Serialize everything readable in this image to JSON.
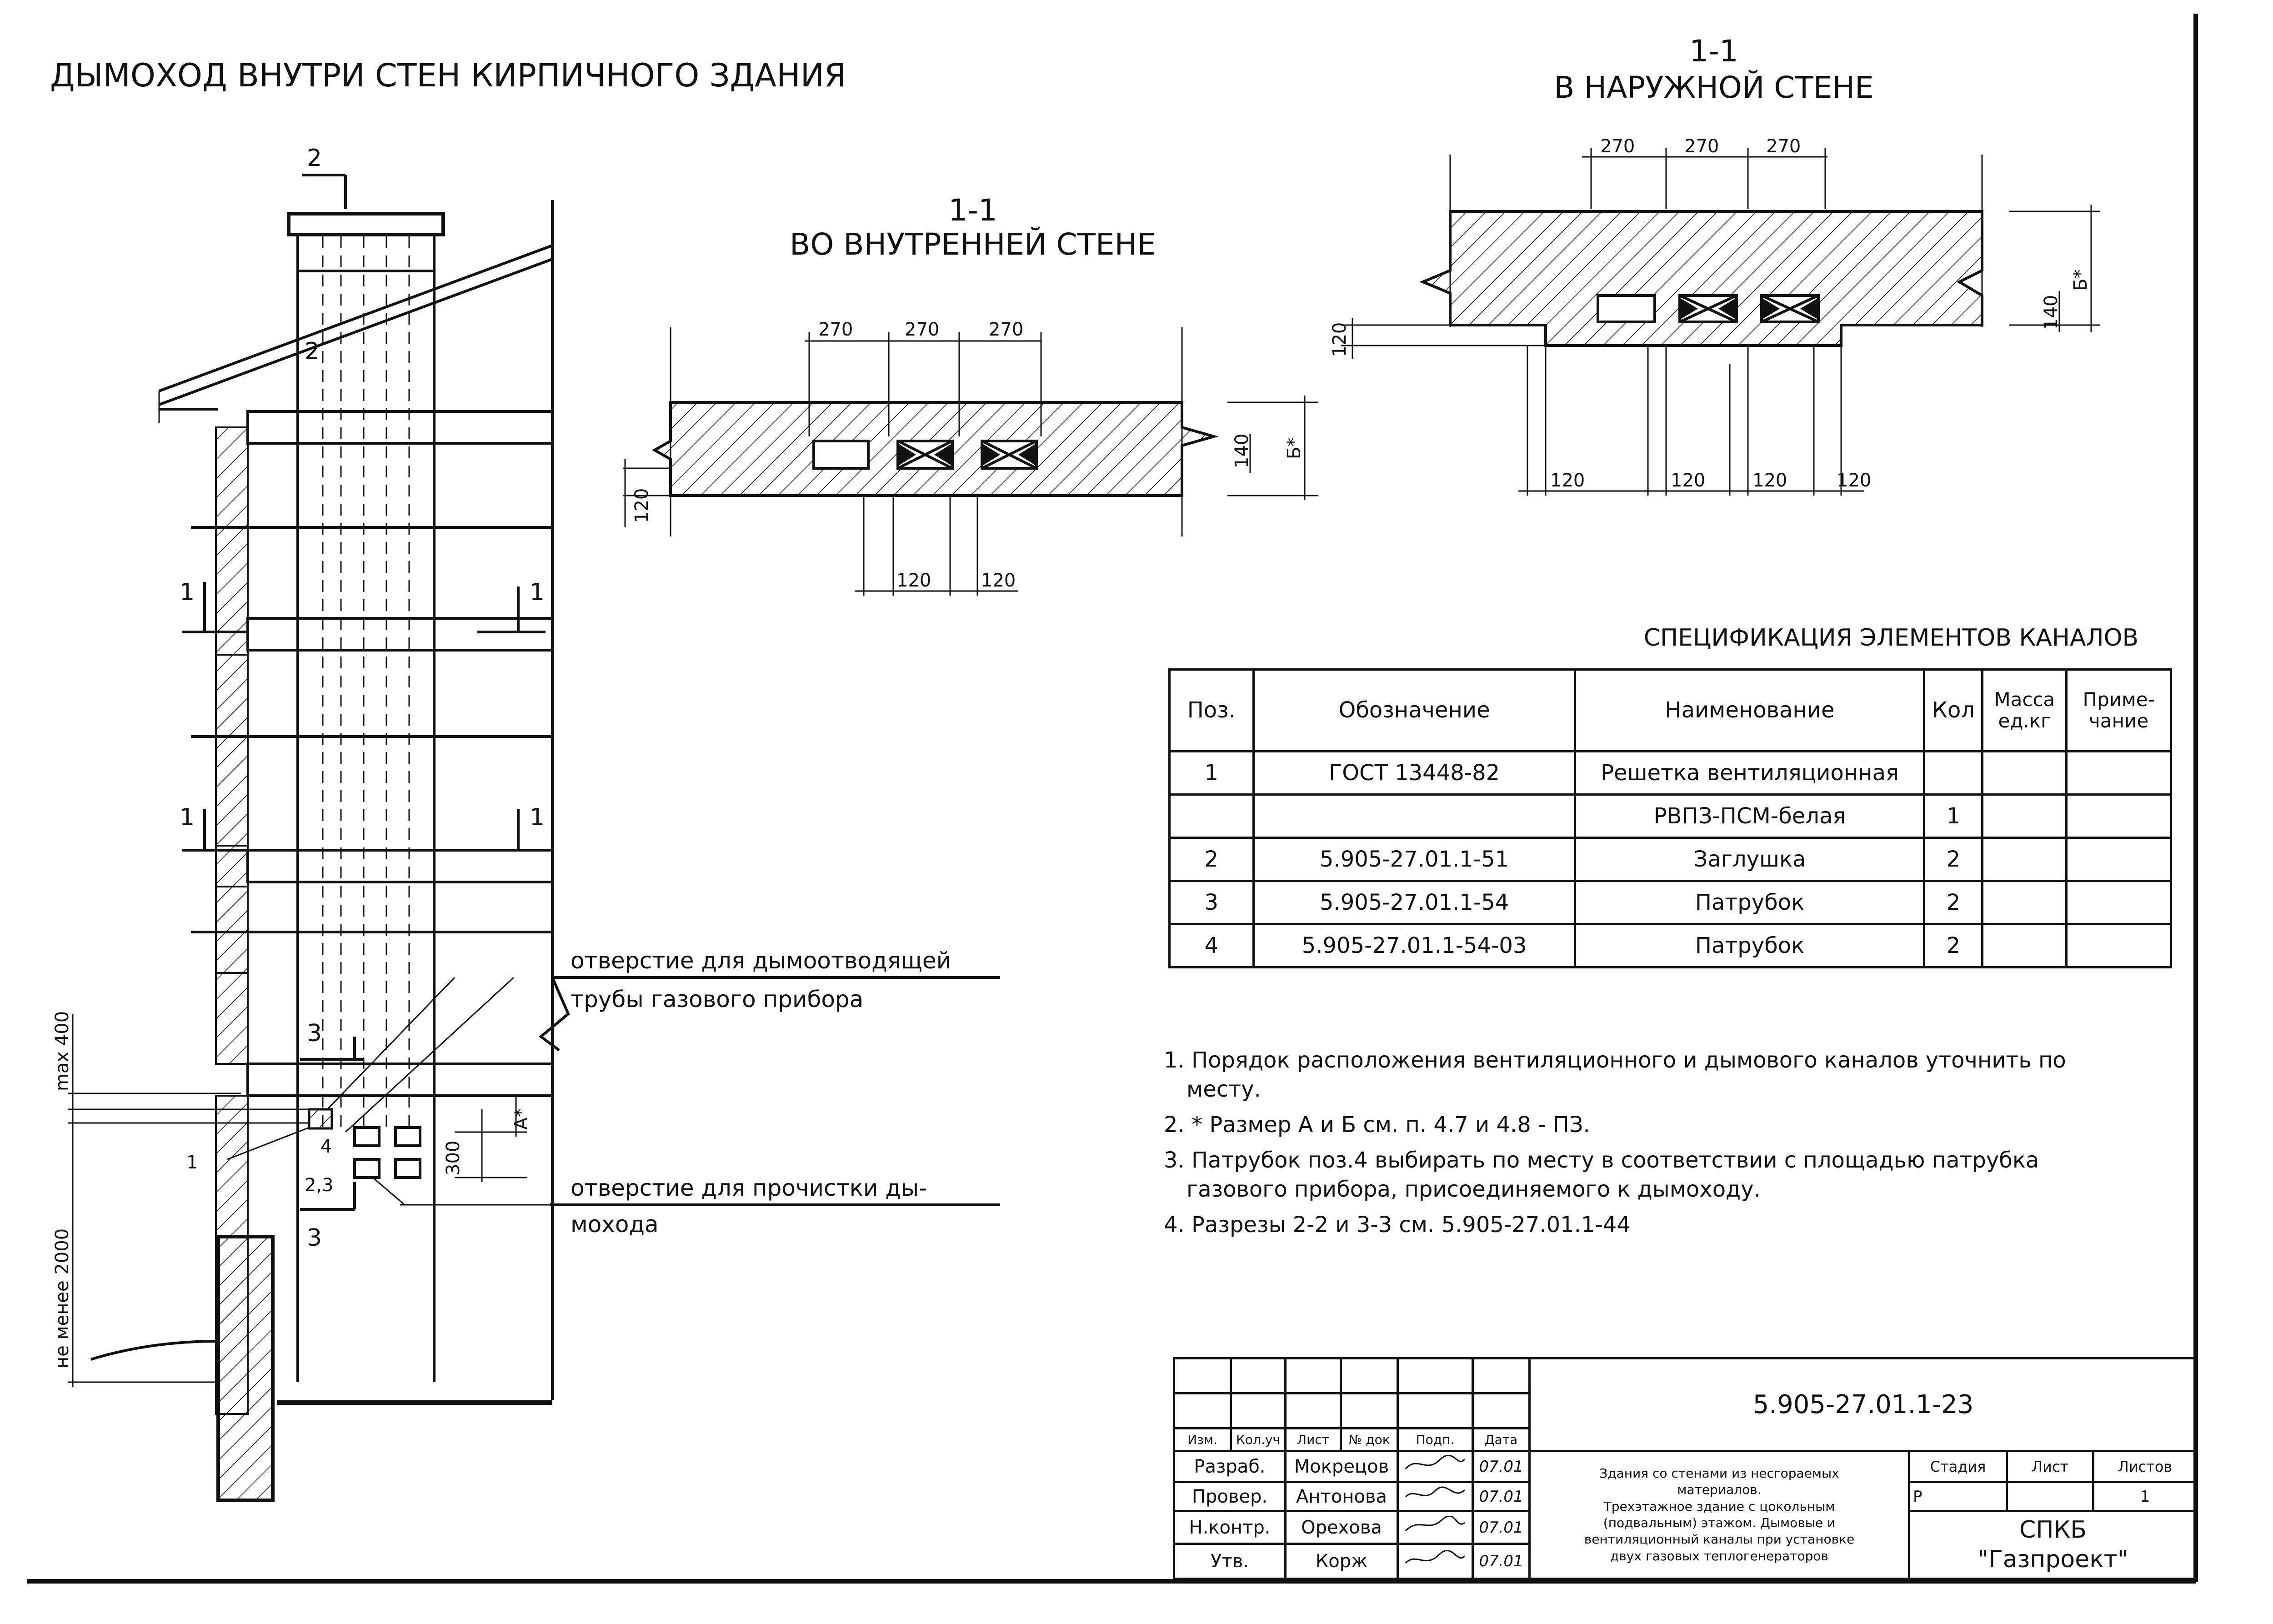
{
  "titles": {
    "main": "ДЫМОХОД ВНУТРИ СТЕН КИРПИЧНОГО ЗДАНИЯ",
    "section_inner_num": "1-1",
    "section_inner": "ВО ВНУТРЕННЕЙ СТЕНЕ",
    "section_outer_num": "1-1",
    "section_outer": "В НАРУЖНОЙ СТЕНЕ"
  },
  "elevation": {
    "cut_marks": [
      "2",
      "2",
      "1",
      "1",
      "1",
      "1",
      "3",
      "3"
    ],
    "labels": [
      "4",
      "2,3",
      "1"
    ],
    "dims": {
      "max": "max 400",
      "min": "не менее 2000",
      "gap": "300",
      "a": "А*"
    },
    "callout_flue": [
      "отверстие для дымоотводящей",
      "трубы газового прибора"
    ],
    "callout_clean": [
      "отверстие для прочистки ды-",
      "мохода"
    ]
  },
  "inner_section": {
    "top_dims": [
      "270",
      "270",
      "270"
    ],
    "bottom_dims": [
      "120",
      "120"
    ],
    "side_dims": {
      "wall": "120",
      "channel": "140",
      "b": "Б*"
    }
  },
  "outer_section": {
    "top_dims": [
      "270",
      "270",
      "270"
    ],
    "bottom_dims": [
      "120",
      "120",
      "120",
      "120"
    ],
    "side_dims": {
      "wall": "120",
      "channel": "140",
      "b": "Б*"
    }
  },
  "spec": {
    "title": "СПЕЦИФИКАЦИЯ ЭЛЕМЕНТОВ КАНАЛОВ",
    "headers": [
      "Поз.",
      "Обозначение",
      "Наименование",
      "Кол",
      "Масса ед.кг",
      "Приме-чание"
    ],
    "rows": [
      [
        "1",
        "ГОСТ 13448-82",
        "Решетка вентиляционная",
        "",
        "",
        ""
      ],
      [
        "",
        "",
        "РВПЗ-ПСМ-белая",
        "1",
        "",
        ""
      ],
      [
        "2",
        "5.905-27.01.1-51",
        "Заглушка",
        "2",
        "",
        ""
      ],
      [
        "3",
        "5.905-27.01.1-54",
        "Патрубок",
        "2",
        "",
        ""
      ],
      [
        "4",
        "5.905-27.01.1-54-03",
        "Патрубок",
        "2",
        "",
        ""
      ]
    ]
  },
  "notes": [
    "1. Порядок расположения вентиляционного и дымового каналов уточнить по месту.",
    "2. * Размер А и Б см. п. 4.7 и 4.8 - ПЗ.",
    "3. Патрубок поз.4 выбирать по месту в соответствии с площадью патрубка газового прибора, присоединяемого к дымоходу.",
    "4. Разрезы 2-2 и 3-3 см. 5.905-27.01.1-44"
  ],
  "title_block": {
    "code": "5.905-27.01.1-23",
    "col_headers": [
      "Изм.",
      "Кол.уч",
      "Лист",
      "№ док",
      "Подп.",
      "Дата"
    ],
    "people": [
      {
        "role": "Разраб.",
        "name": "Мокрецов",
        "date": "07.01"
      },
      {
        "role": "Провер.",
        "name": "Антонова",
        "date": "07.01"
      },
      {
        "role": "Н.контр.",
        "name": "Орехова",
        "date": "07.01"
      },
      {
        "role": "Утв.",
        "name": "Корж",
        "date": "07.01"
      }
    ],
    "description": [
      "Здания со стенами из несгораемых",
      "материалов.",
      "Трехэтажное здание с цокольным",
      "(подвальным) этажом. Дымовые и",
      "вентиляционный каналы при установке",
      "двух газовых теплогенераторов"
    ],
    "stage_headers": [
      "Стадия",
      "Лист",
      "Листов"
    ],
    "stage_values": [
      "Р",
      "",
      "1"
    ],
    "org": [
      "СПКБ",
      "\"Газпроект\""
    ]
  }
}
